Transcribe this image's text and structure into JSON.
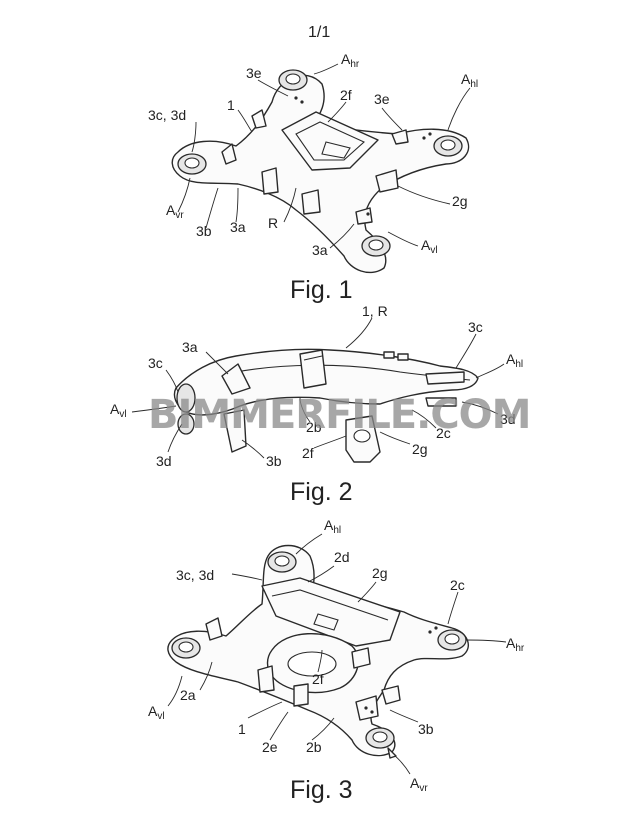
{
  "page": {
    "number": "1/1"
  },
  "watermark": {
    "text": "BIMMERFILE.COM"
  },
  "fig1": {
    "caption": "Fig. 1",
    "labels": {
      "ahr": {
        "base": "A",
        "sub": "hr"
      },
      "e3_left": "3e",
      "ahl": {
        "base": "A",
        "sub": "hl"
      },
      "c3d": "3c, 3d",
      "one": "1",
      "f2": "2f",
      "e3_right": "3e",
      "avr": {
        "base": "A",
        "sub": "vr"
      },
      "b3": "3b",
      "a3": "3a",
      "r": "R",
      "g2": "2g",
      "a3_lower": "3a",
      "avl": {
        "base": "A",
        "sub": "vl"
      }
    }
  },
  "fig2": {
    "caption": "Fig. 2",
    "labels": {
      "one_r": "1, R",
      "a3": "3a",
      "c3_left": "3c",
      "c3_right": "3c",
      "ahl": {
        "base": "A",
        "sub": "hl"
      },
      "avl": {
        "base": "A",
        "sub": "vl"
      },
      "b2": "2b",
      "d3_right": "3d",
      "c2": "2c",
      "d3_left": "3d",
      "b3": "3b",
      "f2": "2f",
      "g2": "2g"
    }
  },
  "fig3": {
    "caption": "Fig. 3",
    "labels": {
      "ahl": {
        "base": "A",
        "sub": "hl"
      },
      "d2": "2d",
      "c3d": "3c, 3d",
      "g2": "2g",
      "c2": "2c",
      "ahr": {
        "base": "A",
        "sub": "hr"
      },
      "f2": "2f",
      "a2": "2a",
      "avl": {
        "base": "A",
        "sub": "vl"
      },
      "one": "1",
      "b3": "3b",
      "e2": "2e",
      "b2": "2b",
      "avr": {
        "base": "A",
        "sub": "vr"
      }
    }
  }
}
